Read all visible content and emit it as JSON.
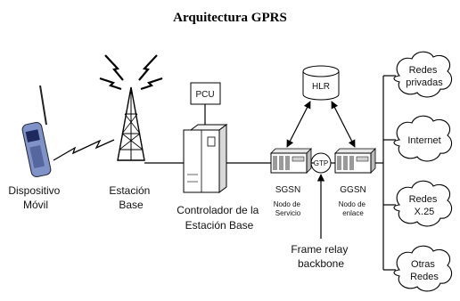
{
  "title": "Arquitectura GPRS",
  "labels": {
    "device": [
      "Dispositivo",
      "Móvil"
    ],
    "bts": [
      "Estación",
      "Base"
    ],
    "bsc": [
      "Controlador de la",
      "Estación Base"
    ],
    "pcu": "PCU",
    "hlr": "HLR",
    "gtp": "GTP",
    "sgsn": "SGSN",
    "sgsn_desc": [
      "Nodo de",
      "Servicio"
    ],
    "ggsn": "GGSN",
    "ggsn_desc": [
      "Nodo de",
      "enlace"
    ],
    "backbone": [
      "Frame relay",
      "backbone"
    ]
  },
  "networks": [
    {
      "lines": [
        "Redes",
        "privadas"
      ]
    },
    {
      "lines": [
        "Internet"
      ]
    },
    {
      "lines": [
        "Redes",
        "X.25"
      ]
    },
    {
      "lines": [
        "Otras",
        "Redes"
      ]
    }
  ]
}
